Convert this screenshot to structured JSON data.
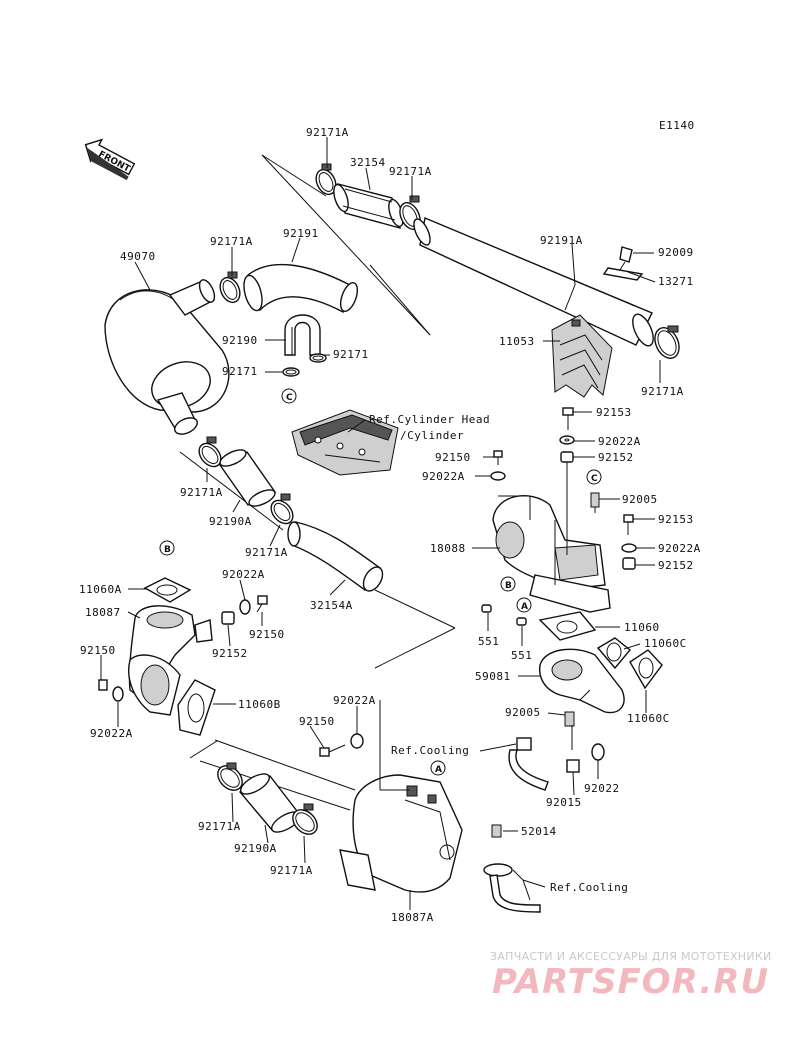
{
  "diagram_code": "E1140",
  "front_label": "FRONT",
  "part_labels": {
    "p92171A_top": "92171A",
    "p32154": "32154",
    "p92171A_top2": "92171A",
    "p92171A_mid": "92171A",
    "p92191": "92191",
    "p49070": "49070",
    "p92191A": "92191A",
    "p92009": "92009",
    "p13271": "13271",
    "p92190": "92190",
    "p92171": "92171",
    "p92171_b": "92171",
    "p11053": "11053",
    "p92171A_right": "92171A",
    "p92153": "92153",
    "p92022A_r1": "92022A",
    "p92150_r": "92150",
    "p92152_r1": "92152",
    "p92022A_r2": "92022A",
    "p92171A_left": "92171A",
    "p92190A": "92190A",
    "p92005": "92005",
    "p92171A_l2": "92171A",
    "p92153_b": "92153",
    "p18088": "18088",
    "p92022A_r3": "92022A",
    "p92152_r2": "92152",
    "p11060A": "11060A",
    "p92022A_l": "92022A",
    "p18087": "18087",
    "p32154A": "32154A",
    "p92150_l": "92150",
    "p92152_l": "92152",
    "p551_a": "551",
    "p11060": "11060",
    "p551_b": "551",
    "p11060C_a": "11060C",
    "p92150_ll": "92150",
    "p59081": "59081",
    "p11060B": "11060B",
    "p92022A_ll": "92022A",
    "p11060C_b": "11060C",
    "p92022A_c": "92022A",
    "p92005_b": "92005",
    "p92150_c": "92150",
    "p92022": "92022",
    "p92015": "92015",
    "p92171A_bl": "92171A",
    "p52014": "52014",
    "p92190A_b": "92190A",
    "p92171A_bb": "92171A",
    "p18087A": "18087A"
  },
  "references": {
    "cyl_head_1": "Ref.Cylinder Head",
    "cyl_head_2": "/Cylinder",
    "cooling_1": "Ref.Cooling",
    "cooling_2": "Ref.Cooling"
  },
  "callouts": {
    "c1": "C",
    "c2": "C",
    "b1": "B",
    "b2": "B",
    "a1": "A",
    "a2": "A"
  },
  "watermark": {
    "tagline": "ЗАПЧАСТИ И АКСЕССУАРЫ ДЛЯ МОТОТЕХНИКИ",
    "logo": "PARTSFOR.RU"
  }
}
